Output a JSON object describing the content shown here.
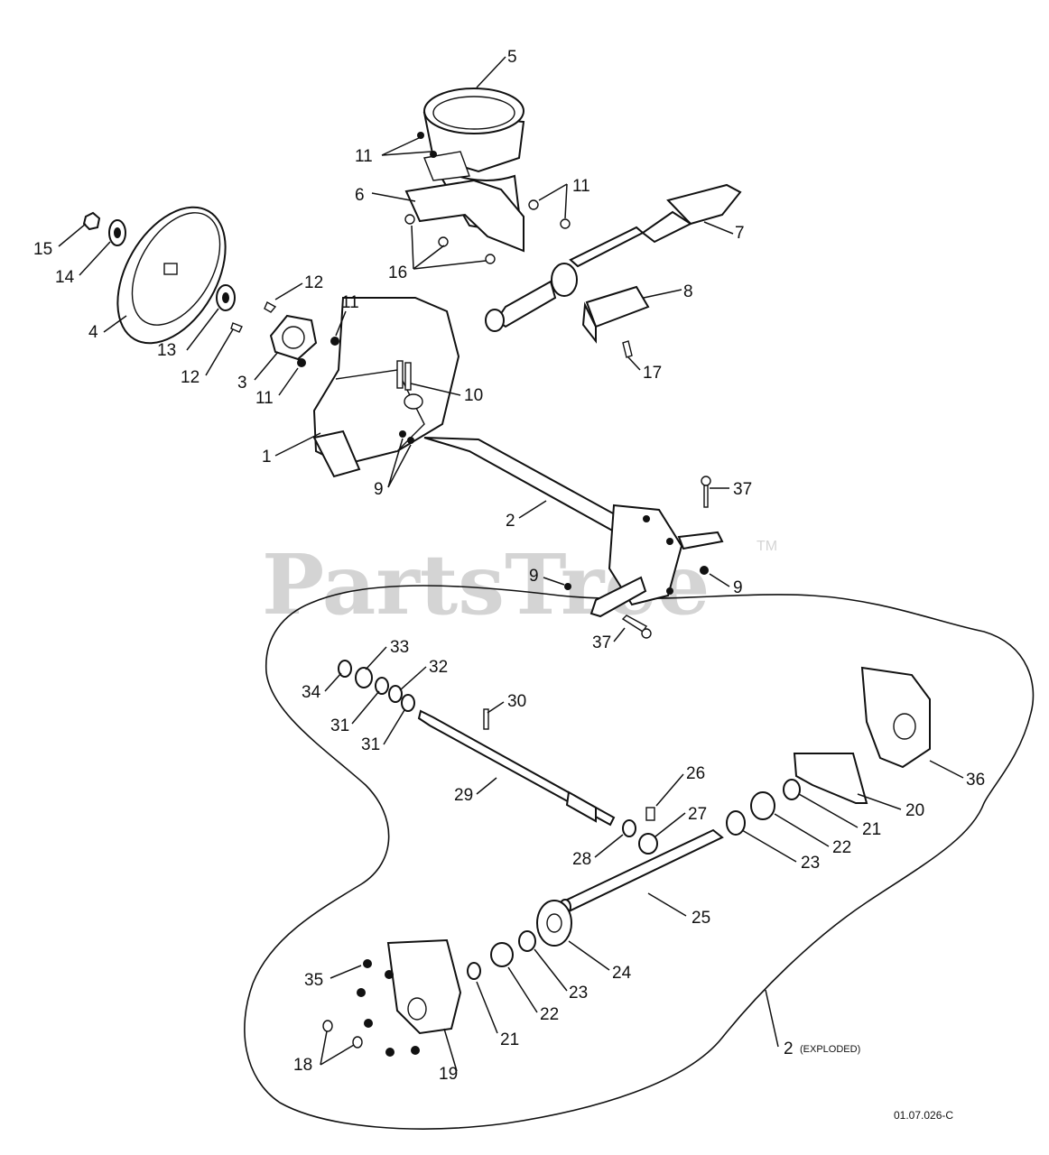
{
  "watermark": {
    "text": "PartsTree",
    "trademark": "TM"
  },
  "drawing_ref": "01.07.026-C",
  "exploded_label": {
    "number": "2",
    "note": "(EXPLODED)"
  },
  "callouts": [
    {
      "id": "5",
      "text": "5"
    },
    {
      "id": "11a",
      "text": "11"
    },
    {
      "id": "11b",
      "text": "11"
    },
    {
      "id": "6",
      "text": "6"
    },
    {
      "id": "7",
      "text": "7"
    },
    {
      "id": "15",
      "text": "15"
    },
    {
      "id": "14",
      "text": "14"
    },
    {
      "id": "16",
      "text": "16"
    },
    {
      "id": "12a",
      "text": "12"
    },
    {
      "id": "8",
      "text": "8"
    },
    {
      "id": "11c",
      "text": "11"
    },
    {
      "id": "4",
      "text": "4"
    },
    {
      "id": "13",
      "text": "13"
    },
    {
      "id": "12b",
      "text": "12"
    },
    {
      "id": "3",
      "text": "3"
    },
    {
      "id": "11d",
      "text": "11"
    },
    {
      "id": "17",
      "text": "17"
    },
    {
      "id": "10",
      "text": "10"
    },
    {
      "id": "1",
      "text": "1"
    },
    {
      "id": "9a",
      "text": "9"
    },
    {
      "id": "37a",
      "text": "37"
    },
    {
      "id": "2",
      "text": "2"
    },
    {
      "id": "9b",
      "text": "9"
    },
    {
      "id": "9c",
      "text": "9"
    },
    {
      "id": "37b",
      "text": "37"
    },
    {
      "id": "33",
      "text": "33"
    },
    {
      "id": "32",
      "text": "32"
    },
    {
      "id": "34",
      "text": "34"
    },
    {
      "id": "30",
      "text": "30"
    },
    {
      "id": "31a",
      "text": "31"
    },
    {
      "id": "31b",
      "text": "31"
    },
    {
      "id": "26",
      "text": "26"
    },
    {
      "id": "29",
      "text": "29"
    },
    {
      "id": "36",
      "text": "36"
    },
    {
      "id": "27",
      "text": "27"
    },
    {
      "id": "20",
      "text": "20"
    },
    {
      "id": "21a",
      "text": "21"
    },
    {
      "id": "28",
      "text": "28"
    },
    {
      "id": "22a",
      "text": "22"
    },
    {
      "id": "23a",
      "text": "23"
    },
    {
      "id": "25",
      "text": "25"
    },
    {
      "id": "24",
      "text": "24"
    },
    {
      "id": "35",
      "text": "35"
    },
    {
      "id": "23b",
      "text": "23"
    },
    {
      "id": "22b",
      "text": "22"
    },
    {
      "id": "21b",
      "text": "21"
    },
    {
      "id": "18",
      "text": "18"
    },
    {
      "id": "19",
      "text": "19"
    }
  ]
}
